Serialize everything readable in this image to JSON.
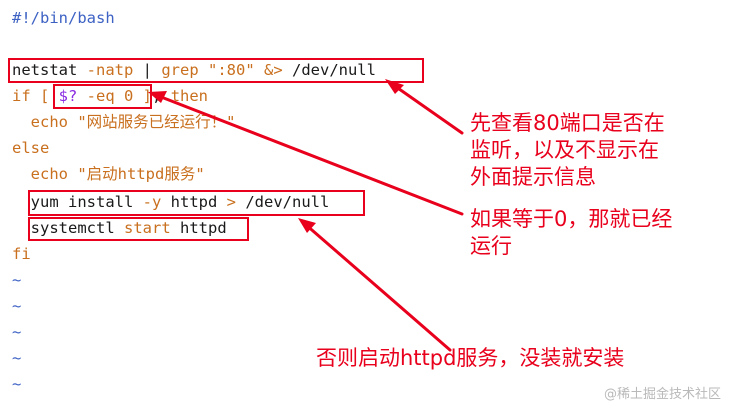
{
  "code": {
    "shebang": "#!/bin/bash",
    "l3": {
      "cmd": "netstat ",
      "flag": "-natp",
      "pipe": " | ",
      "grep": "grep",
      "pattern": " \":80\" ",
      "redir": "&>",
      "path": " /dev/null"
    },
    "l4": {
      "if": "if [ ",
      "var": "$?",
      "rest": " -eq 0 ",
      "close": "]",
      "sep": "; ",
      "then": "then"
    },
    "l5": {
      "indent": "  ",
      "echo": "echo",
      "str": " \"网站服务已经运行！\""
    },
    "l6": {
      "else": "else"
    },
    "l7": {
      "indent": "  ",
      "echo": "echo",
      "str": " \"启动httpd服务\""
    },
    "l8": {
      "indent": "  ",
      "cmd": "yum install ",
      "flag": "-y",
      "pkg": " httpd ",
      "redir": ">",
      "path": " /dev/null"
    },
    "l9": {
      "indent": "  ",
      "cmd": "systemctl ",
      "start": "start",
      "svc": " httpd"
    },
    "l10": {
      "fi": "fi"
    },
    "tilde": "~"
  },
  "annotations": {
    "note1": "先查看80端口是否在\n监听，以及不显示在\n外面提示信息",
    "note2": "如果等于0，那就已经\n运行",
    "note3": "否则启动httpd服务，没装就安装"
  },
  "watermark": "@稀土掘金技术社区",
  "colors": {
    "annotation_red": "#e8001c",
    "keyword_blue": "#2f56c4",
    "option_orange": "#c9701f",
    "variable_purple": "#8a2be2"
  }
}
